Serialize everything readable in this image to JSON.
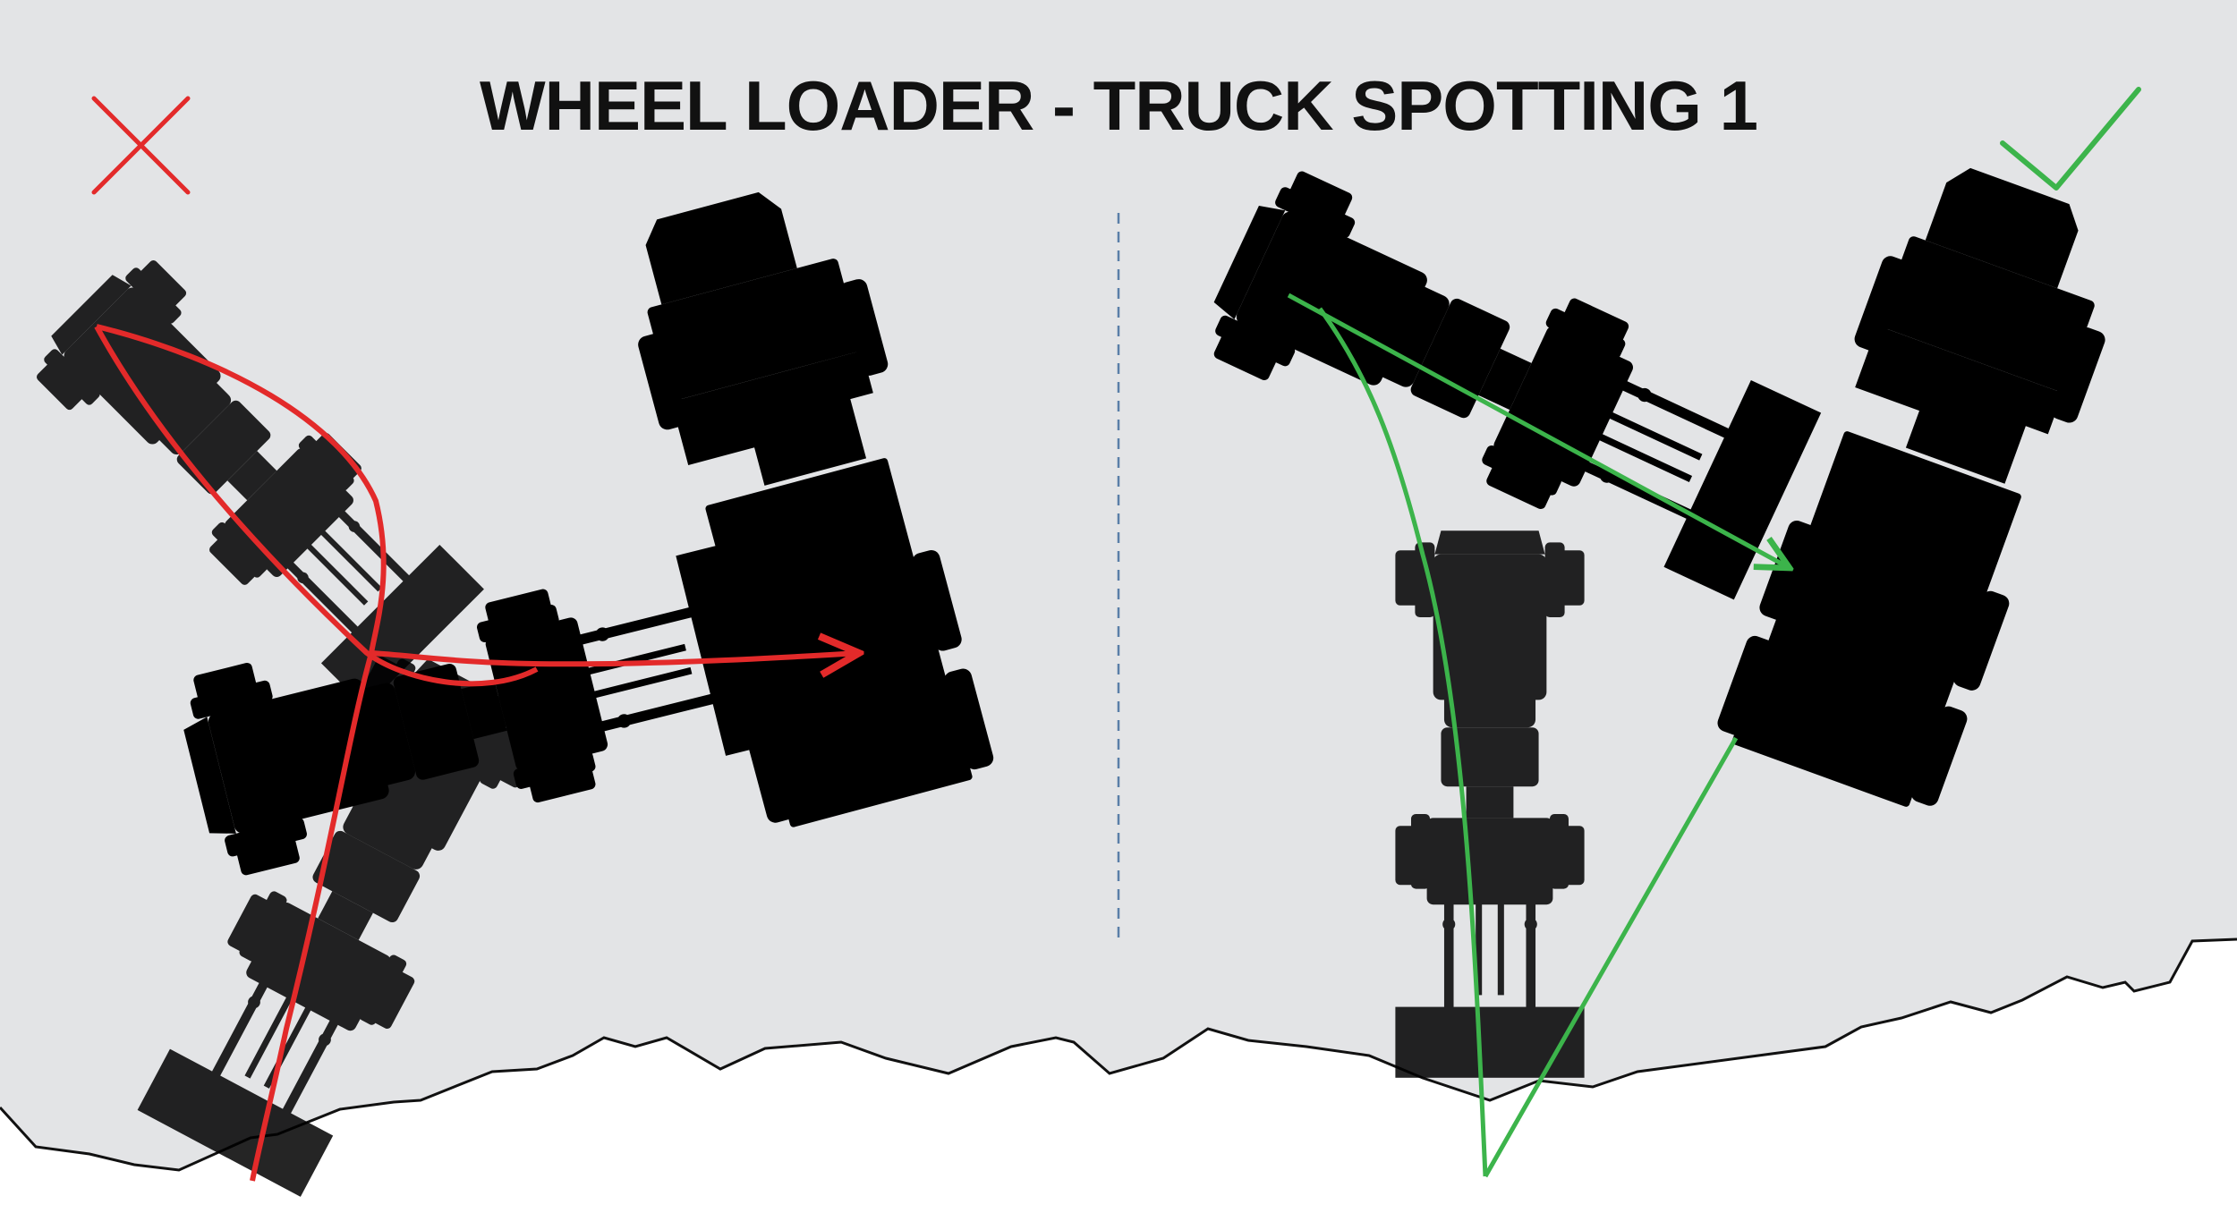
{
  "title": "WHEEL LOADER - TRUCK SPOTTING 1",
  "panels": [
    {
      "id": "wrong",
      "verdict": "incorrect",
      "marker_icon": "cross-icon",
      "path_color": "#e32a2a"
    },
    {
      "id": "correct",
      "verdict": "correct",
      "marker_icon": "check-icon",
      "path_color": "#3cb44b"
    }
  ],
  "colors": {
    "ground": "#e3e4e6",
    "machine_yellow": "#f8b41c",
    "ghost_yellow": "#f3dda6",
    "tire_dark": "#1a1a1a",
    "divider": "#5a7fa8"
  }
}
